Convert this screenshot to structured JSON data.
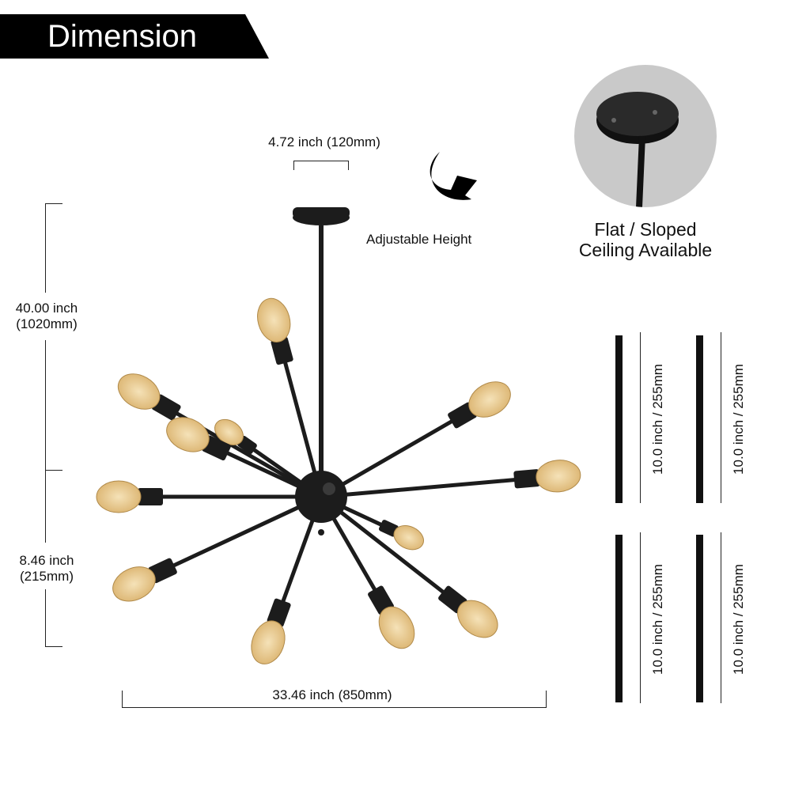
{
  "title": "Dimension",
  "labels": {
    "canopy_width": "4.72 inch (120mm)",
    "adjustable_height": "Adjustable Height",
    "ceiling_line1": "Flat / Sloped",
    "ceiling_line2": "Ceiling Available",
    "total_height_line1": "40.00 inch",
    "total_height_line2": "(1020mm)",
    "body_height_line1": "8.46 inch",
    "body_height_line2": "(215mm)",
    "total_width": "33.46 inch (850mm)"
  },
  "rods": [
    {
      "label": "10.0 inch / 255mm"
    },
    {
      "label": "10.0 inch / 255mm"
    },
    {
      "label": "10.0 inch / 255mm"
    },
    {
      "label": "10.0 inch / 255mm"
    }
  ],
  "colors": {
    "black": "#000000",
    "metal": "#1c1c1c",
    "bulb": "#d9b06a",
    "bulb_glow": "#f5e2b8",
    "circle_bg": "#c9c9c9"
  }
}
